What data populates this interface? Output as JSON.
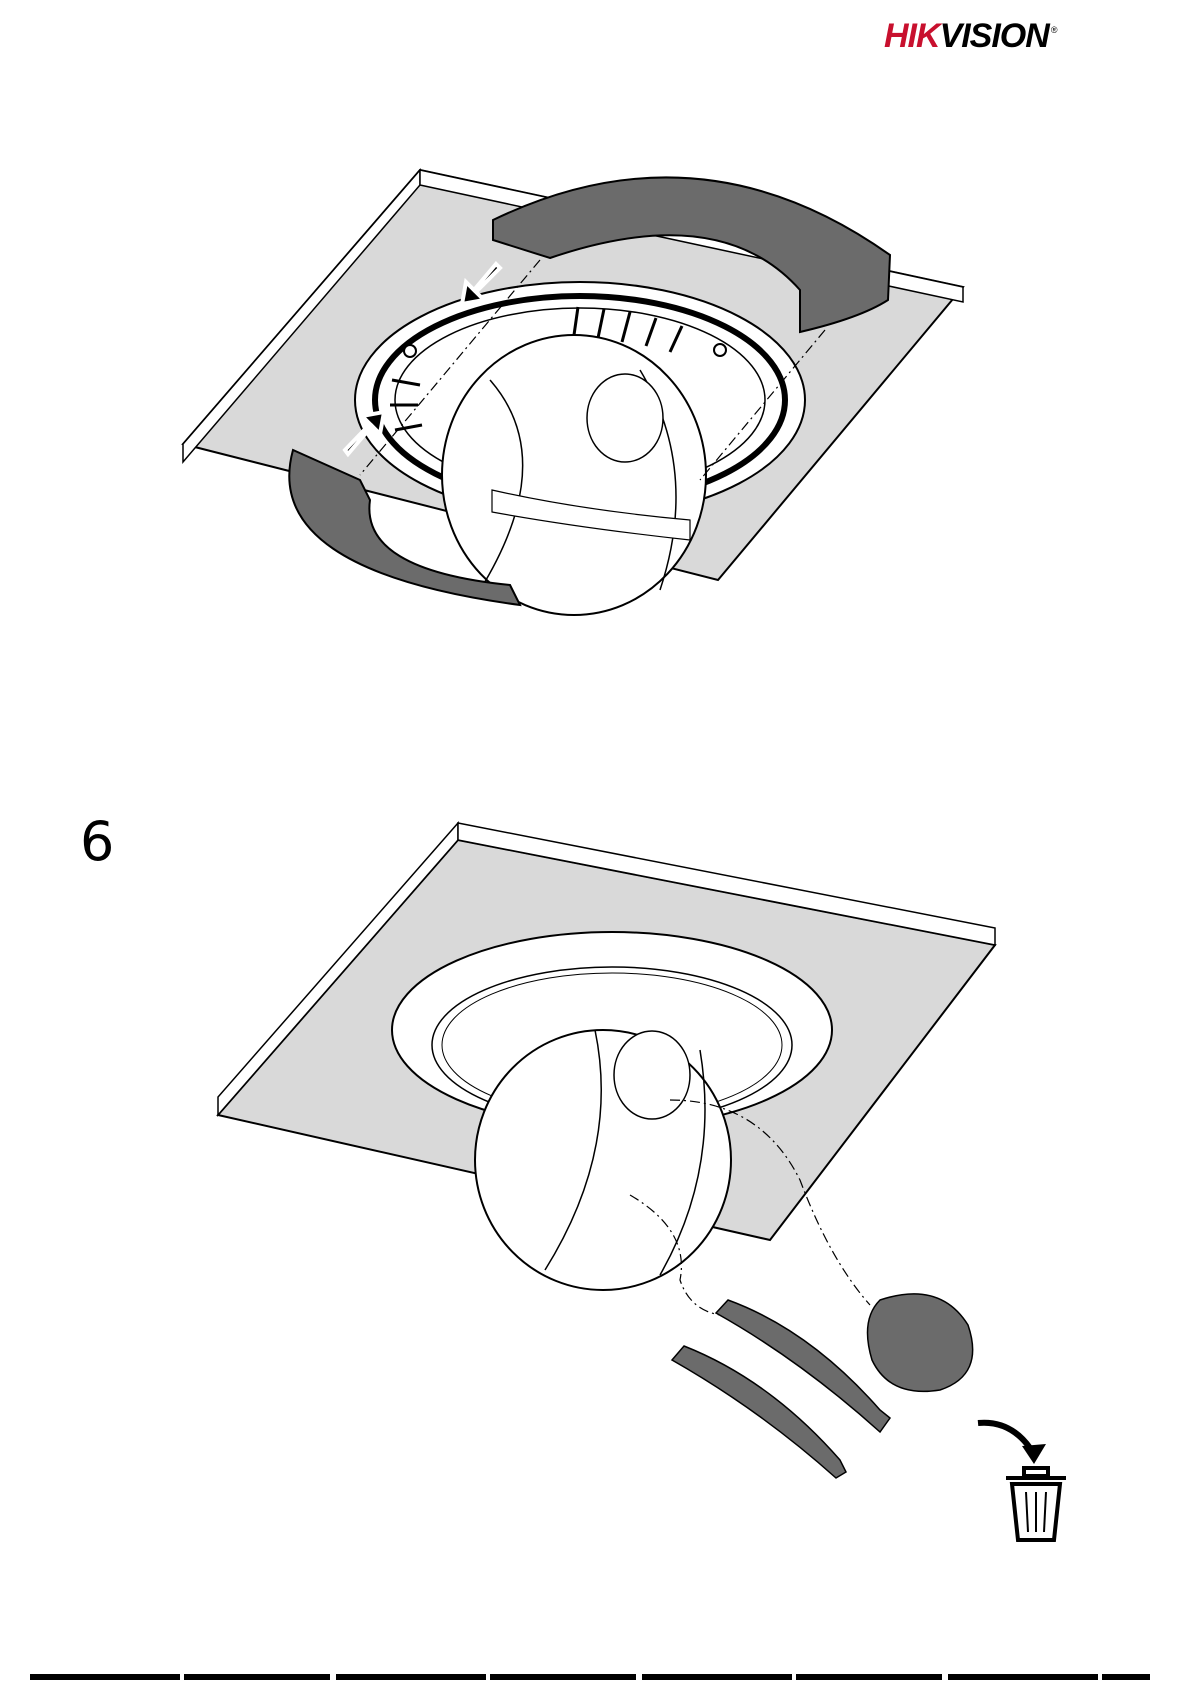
{
  "header": {
    "brand_hik": "HIK",
    "brand_vision": "VISION",
    "brand_reg": "®",
    "brand_colors": {
      "hik": "#c8102e",
      "vision": "#000000"
    }
  },
  "steps": [
    {
      "number": "6",
      "illustration": "remove-protective-film-and-discard"
    }
  ],
  "top_illustration": {
    "description_icon": "attach-trim-ring-halves",
    "arrows": [
      "push-arrow-left",
      "push-arrow-right"
    ]
  },
  "bottom_illustration": {
    "icons": [
      "trash-bin-icon",
      "curved-arrow-icon"
    ]
  },
  "colors": {
    "ceiling": "#d9d9d9",
    "trim": "#6b6b6b",
    "outline": "#000000"
  }
}
